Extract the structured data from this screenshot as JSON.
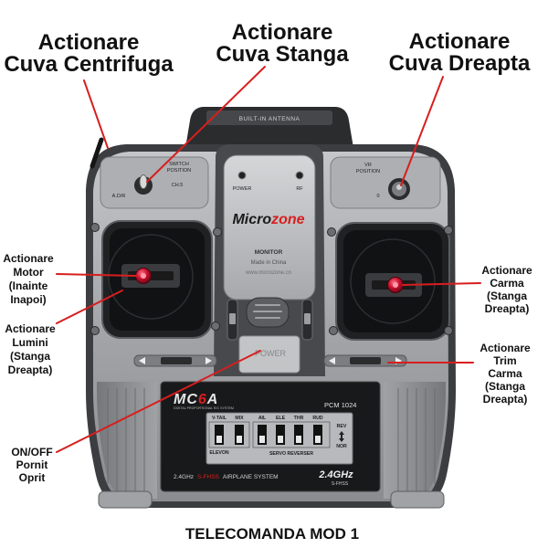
{
  "title": "TELECOMANDA MOD 1",
  "annotations": {
    "centrifuga": {
      "lines": [
        "Actionare",
        "Cuva Centrifuga"
      ]
    },
    "stanga": {
      "lines": [
        "Actionare",
        "Cuva Stanga"
      ]
    },
    "dreapta": {
      "lines": [
        "Actionare",
        "Cuva Dreapta"
      ]
    },
    "motor": {
      "lines": [
        "Actionare",
        "Motor",
        "(Inainte",
        "Inapoi)"
      ]
    },
    "lumini": {
      "lines": [
        "Actionare",
        "Lumini",
        "(Stanga",
        "Dreapta)"
      ]
    },
    "power": {
      "lines": [
        "ON/OFF",
        "Pornit",
        "Oprit"
      ]
    },
    "carma": {
      "lines": [
        "Actionare",
        "Carma",
        "(Stanga",
        "Dreapta)"
      ]
    },
    "trim_carma": {
      "lines": [
        "Actionare",
        "Trim",
        "Carma",
        "(Stanga",
        "Dreapta)"
      ]
    }
  },
  "device": {
    "antenna_label": "BUILT-IN ANTENNA",
    "switch_position": [
      "SWITCH",
      "POSITION"
    ],
    "ch5_label": "CH.5",
    "adr_label": "A.D/R",
    "vr_position": [
      "VR",
      "POSITION"
    ],
    "vr_zero": "0",
    "power_led_label": "POWER",
    "rf_led_label": "RF",
    "brand": {
      "part1": "Micro",
      "part2": "zone"
    },
    "monitor_label": "MONITOR",
    "made_in": "Made in China",
    "website": "www.microzone.cn",
    "power_switch_label": "POWER",
    "model": {
      "part1": "MC",
      "part2": "6",
      "part3": "A"
    },
    "model_subtitle": "DIGITAL PROPORTIONAL R/C SYSTEM",
    "pcm": "PCM 1024",
    "dip": {
      "mix_headers": [
        "V-TAIL",
        "MIX"
      ],
      "mix_footer": "ELEVON",
      "servo_headers": [
        "AIL",
        "ELE",
        "THR",
        "RUD"
      ],
      "servo_footer": "SERVO REVERSER",
      "rev": "REV",
      "nor": "NOR"
    },
    "system": {
      "band": "2.4GHz",
      "protocol": "S-FHSS",
      "type": "AIRPLANE SYSTEM"
    },
    "badge": {
      "band": "2.4GHz",
      "protocol": "S-FHSS"
    }
  },
  "colors": {
    "leader_line": "#d81e1e",
    "knob_red": "#c8102e",
    "brand_accent": "#d62020",
    "background": "#ffffff"
  }
}
